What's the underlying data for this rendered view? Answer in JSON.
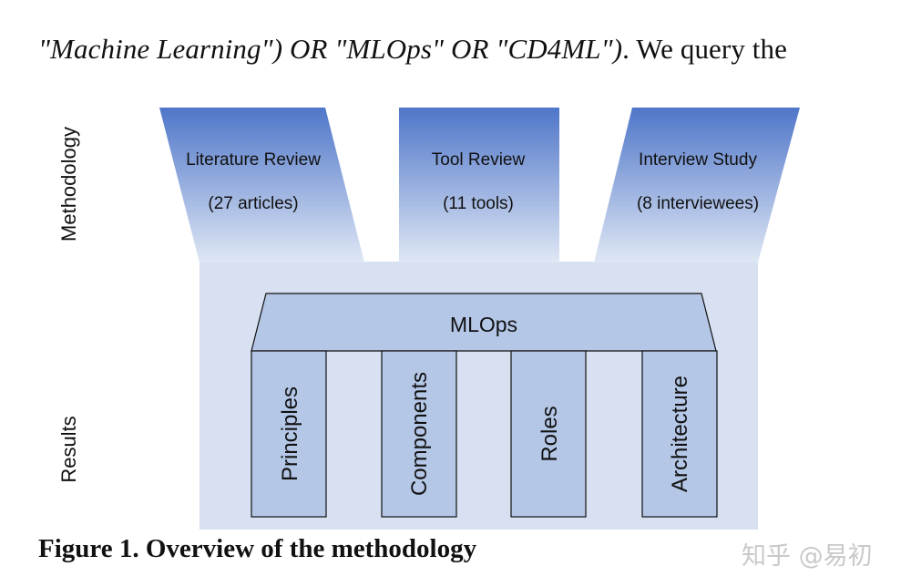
{
  "text_line": {
    "italic_part": "\"Machine Learning\") OR \"MLOps\" OR \"CD4ML\")",
    "rest": ". We query the"
  },
  "figure": {
    "side_labels": {
      "methodology": "Methodology",
      "results": "Results"
    },
    "methods": [
      {
        "title": "Literature Review",
        "detail": "(27 articles)"
      },
      {
        "title": "Tool Review",
        "detail": "(11 tools)"
      },
      {
        "title": "Interview Study",
        "detail": "(8 interviewees)"
      }
    ],
    "roof_label": "MLOps",
    "pillars": [
      "Principles",
      "Components",
      "Roles",
      "Architecture"
    ],
    "colors": {
      "gradient_top": "#4f76c9",
      "gradient_bottom": "#dfe7f4",
      "background_panel": "#d7e1f1",
      "box_fill": "#b4c7e7",
      "box_stroke": "#111111"
    }
  },
  "caption": "Figure 1. Overview of the methodology",
  "watermark": "知乎 @易初"
}
